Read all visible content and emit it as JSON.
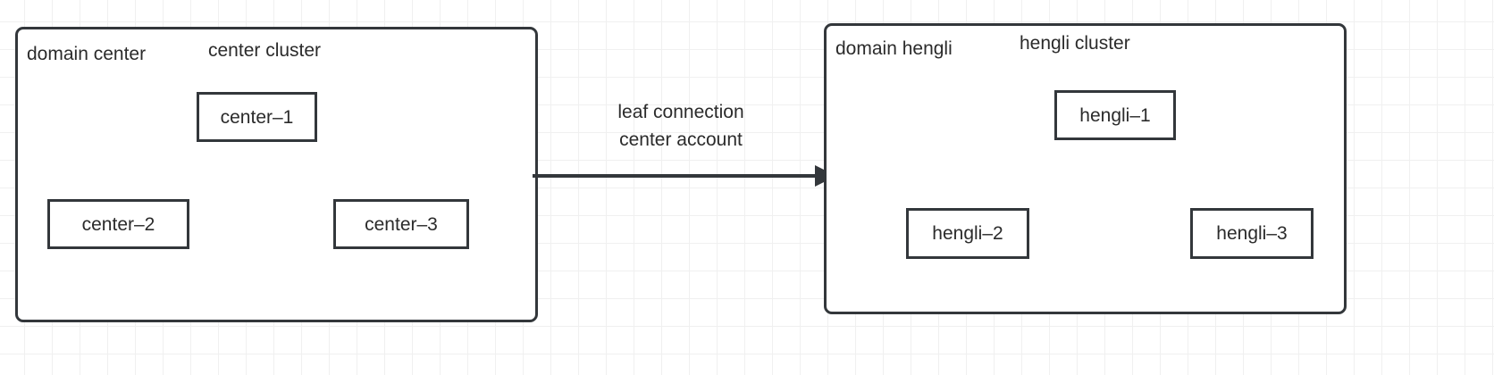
{
  "diagram": {
    "background": {
      "grid_color": "#f0f0f0",
      "page_color": "#ffffff"
    },
    "stroke_color": "#33373b",
    "text_color": "#2b2b2b",
    "domains": [
      {
        "id": "center",
        "domain_label": "domain center",
        "cluster_label": "center cluster",
        "nodes": [
          {
            "label": "center–1"
          },
          {
            "label": "center–2"
          },
          {
            "label": "center–3"
          }
        ]
      },
      {
        "id": "hengli",
        "domain_label": "domain hengli",
        "cluster_label": "hengli cluster",
        "nodes": [
          {
            "label": "hengli–1"
          },
          {
            "label": "hengli–2"
          },
          {
            "label": "hengli–3"
          }
        ]
      }
    ],
    "connection": {
      "from": "center",
      "to": "hengli",
      "label_line1": "leaf connection",
      "label_line2": "center account",
      "arrow_head": "filled-triangle",
      "direction": "left-to-right"
    }
  }
}
